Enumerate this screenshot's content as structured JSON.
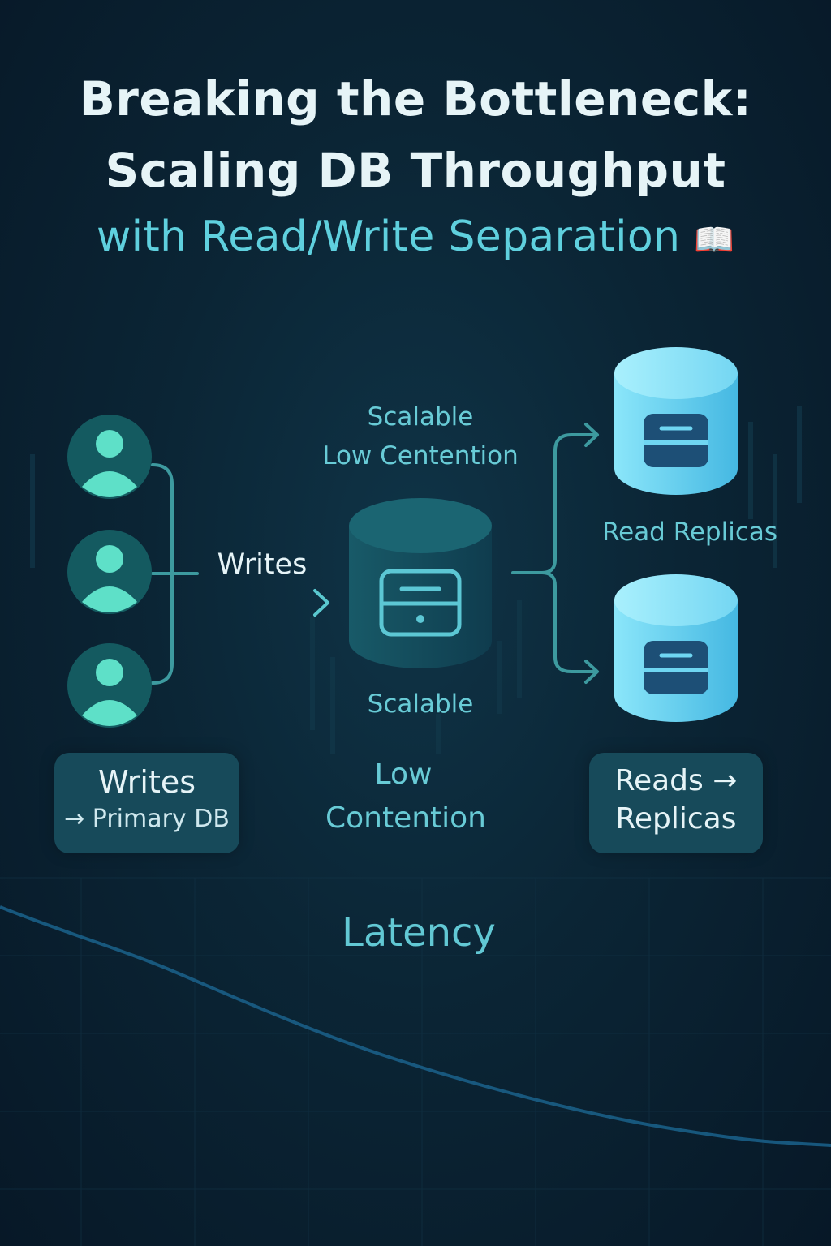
{
  "title": {
    "line1": "Breaking the Bottleneck:",
    "line2": "Scaling DB Throughput",
    "line3": "with Read/Write Separation",
    "emoji": "📖"
  },
  "diagram": {
    "top_label_line1": "Scalable",
    "top_label_line2": "Low Centention",
    "writes_arrow_label": "Writes",
    "primary_label_scalable": "Scalable",
    "primary_label_low": "Low",
    "primary_label_contention": "Contention",
    "replicas_label": "Read Replicas",
    "left_box_line1": "Writes",
    "left_box_line2": "→ Primary DB",
    "right_box_line1": "Reads →",
    "right_box_line2": "Replicas",
    "latency_label": "Latency"
  },
  "colors": {
    "accent": "#5fd0de",
    "user_icon": "#5ee0c8",
    "replica": "#6fd6f2",
    "primary_db": "#14505f"
  }
}
